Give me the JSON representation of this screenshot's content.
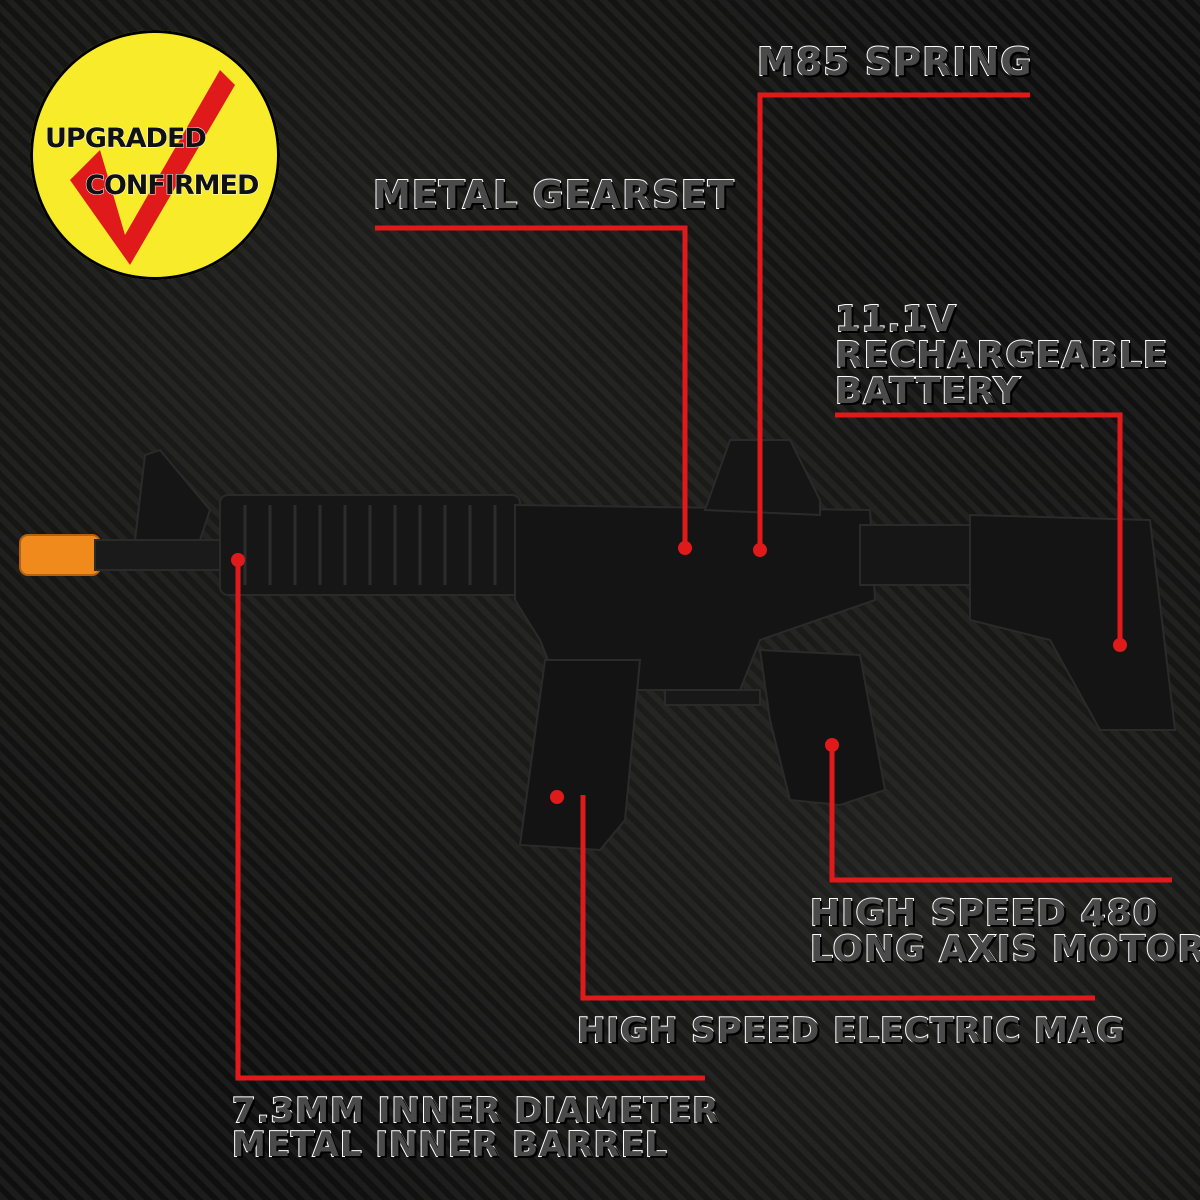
{
  "badge": {
    "line1": "UPGRADED",
    "line2": "CONFIRMED",
    "colors": {
      "fill": "#f8ec2a",
      "check": "#e01a1a"
    }
  },
  "callouts": {
    "m85_spring": "M85 SPRING",
    "metal_gearset": "METAL GEARSET",
    "battery": [
      "11.1V",
      "RECHARGEABLE",
      "BATTERY"
    ],
    "motor": [
      "HIGH SPEED 480",
      "LONG  AXIS MOTOR"
    ],
    "mag": "HIGH SPEED ELECTRIC MAG",
    "barrel": [
      "7.3MM INNER DIAMETER",
      "METAL INNER BARREL"
    ]
  },
  "colors": {
    "leader_line": "#e01a1a",
    "rifle": "#111111",
    "tip": "#f08a1c"
  }
}
